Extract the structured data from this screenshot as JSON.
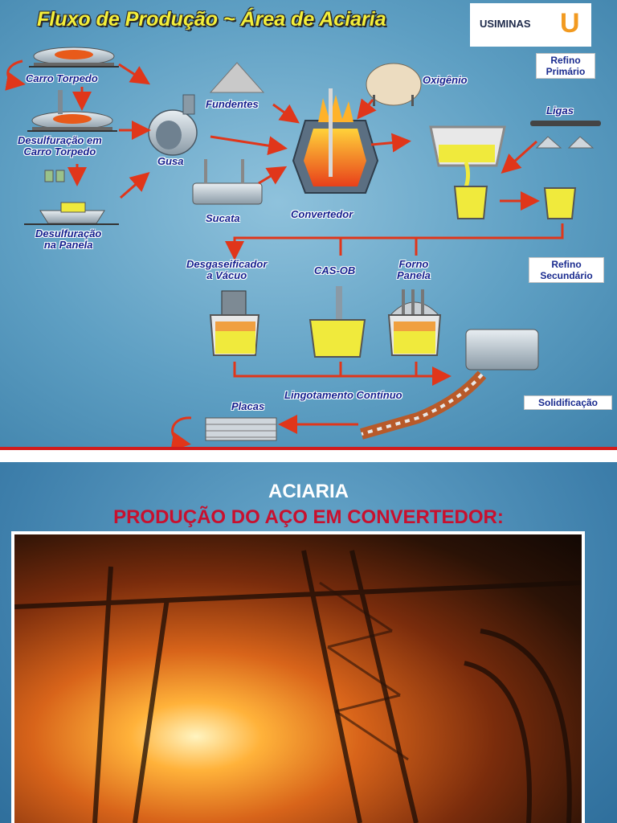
{
  "slide1": {
    "title": "Fluxo de Produção ~ Área de Aciaria",
    "logo": {
      "text": "USIMINAS",
      "mark": "U"
    },
    "nodes": {
      "carro_torpedo": "Carro Torpedo",
      "desulf_carro_1": "Desulfuração em",
      "desulf_carro_2": "Carro Torpedo",
      "desulf_panela_1": "Desulfuração",
      "desulf_panela_2": "na Panela",
      "gusa": "Gusa",
      "fundentes": "Fundentes",
      "sucata": "Sucata",
      "oxigenio": "Oxigênio",
      "convertedor": "Convertedor",
      "ligas": "Ligas",
      "desgaseificador_1": "Desgaseificador",
      "desgaseificador_2": "a Vácuo",
      "cas_ob": "CAS-OB",
      "forno_1": "Forno",
      "forno_2": "Panela",
      "lingotamento": "Lingotamento Contínuo",
      "placas": "Placas"
    },
    "boxes": {
      "refino_primario_1": "Refino",
      "refino_primario_2": "Primário",
      "refino_secundario_1": "Refino",
      "refino_secundario_2": "Secundário",
      "solidificacao": "Solidificação"
    },
    "colors": {
      "arrow": "#e0361a",
      "label": "#15218f",
      "title": "#f4ef3a",
      "steel": "#f0ea3c"
    }
  },
  "slide2": {
    "title": "ACIARIA",
    "subtitle": "PRODUÇÃO DO AÇO EM CONVERTEDOR:"
  }
}
